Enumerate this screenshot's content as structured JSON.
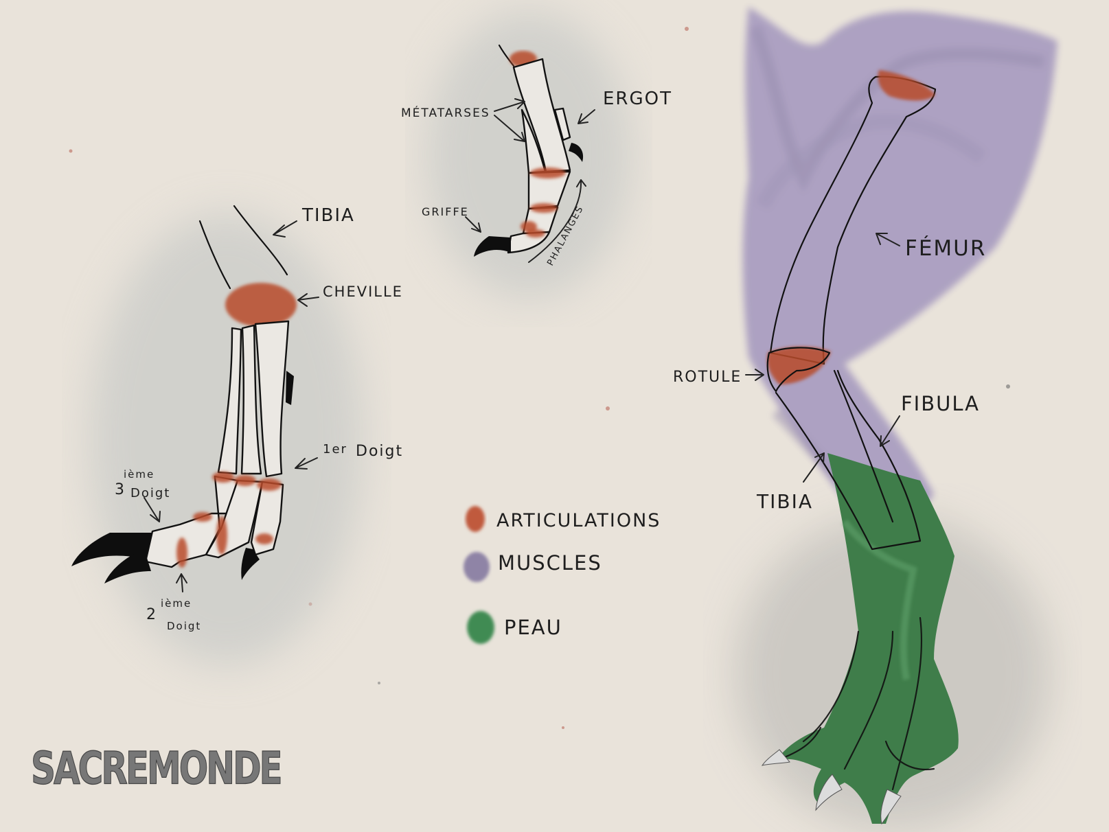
{
  "foot_diagram": {
    "labels": {
      "tibia": "TIBIA",
      "cheville": "CHEVILLE",
      "first_toe_sup": "1er",
      "first_toe": "Doigt",
      "third_toe_num": "3",
      "third_toe_sup": "ième",
      "third_toe": "Doigt",
      "second_toe_num": "2",
      "second_toe_sup": "ième",
      "second_toe": "Doigt"
    }
  },
  "phalanx_diagram": {
    "labels": {
      "metatarses": "MÉTATARSES",
      "ergot": "ERGOT",
      "griffe": "GRIFFE",
      "phalanges": "PHALANGES"
    }
  },
  "leg_diagram": {
    "labels": {
      "femur": "FÉMUR",
      "rotule": "ROTULE",
      "fibula": "FIBULA",
      "tibia": "TIBIA"
    }
  },
  "legend": {
    "items": [
      {
        "label": "ARTICULATIONS",
        "color": "#c05a3e"
      },
      {
        "label": "MUSCLES",
        "color": "#8f84a6"
      },
      {
        "label": "PEAU",
        "color": "#3f8b52"
      }
    ]
  },
  "watermark": {
    "text": "SACREMONDE"
  }
}
